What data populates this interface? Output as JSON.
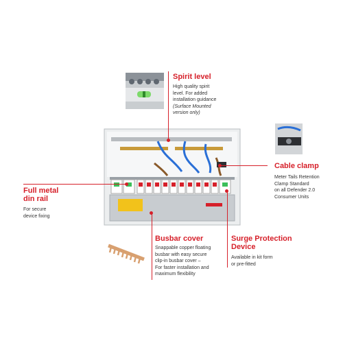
{
  "colors": {
    "accent": "#d6202a",
    "text": "#333333"
  },
  "callouts": {
    "spirit_level": {
      "title": "Spirit level",
      "desc_lines": [
        "High quality spirit",
        "level. For added",
        "installation guidance"
      ],
      "desc_italic": [
        "(Surface Mounted",
        "version only)"
      ]
    },
    "cable_clamp": {
      "title": "Cable clamp",
      "desc_lines": [
        "Meter Tails Retention",
        "Clamp Standard",
        "on all Defender 2.0",
        "Consumer Units"
      ]
    },
    "din_rail": {
      "title_lines": [
        "Full metal",
        "din rail"
      ],
      "desc_lines": [
        "For secure",
        "device fixing"
      ]
    },
    "busbar_cover": {
      "title": "Busbar cover",
      "desc_lines": [
        "Snappable copper floating",
        "busbar with easy secure",
        "clip-in busbar cover –",
        "For faster installation and",
        "maximum flexibility"
      ]
    },
    "surge_protection": {
      "title_lines": [
        "Surge Protection",
        "Device"
      ],
      "desc_lines": [
        "Available in kit form",
        "or pre-fitted"
      ]
    }
  }
}
